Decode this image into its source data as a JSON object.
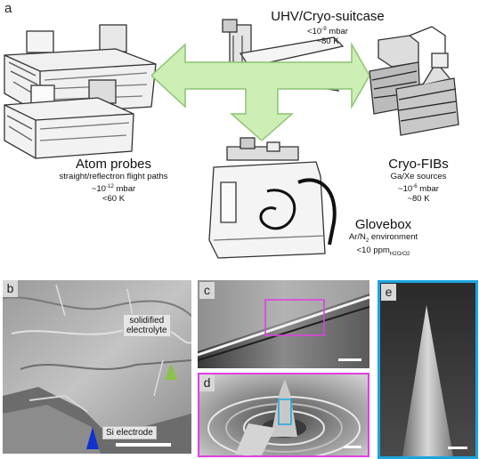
{
  "panel_a": {
    "letter": "a",
    "suitcase": {
      "title": "UHV/Cryo-suitcase",
      "pressure_prefix": "<10",
      "pressure_exp": "-9",
      "pressure_unit": " mbar",
      "temperature": "~80 K"
    },
    "atom_probes": {
      "title": "Atom probes",
      "line1": "straight/reflectron flight paths",
      "pressure_prefix": "~10",
      "pressure_exp": "-12",
      "pressure_unit": " mbar",
      "temperature": "<60 K"
    },
    "cryo_fibs": {
      "title": "Cryo-FIBs",
      "line1": "Ga/Xe sources",
      "pressure_prefix": "~10",
      "pressure_exp": "-6",
      "pressure_unit": " mbar",
      "temperature": "~80 K"
    },
    "glovebox": {
      "title": "Glovebox",
      "env_prefix": "Ar/N",
      "env_sub": "2",
      "env_suffix": " environment",
      "ppm_prefix": "<10 ppm",
      "ppm_sub": "H2O/O2"
    }
  },
  "panel_b": {
    "letter": "b",
    "label_top": "solidified\nelectrolyte",
    "label_bottom": "Si electrode",
    "green_marker_color": "#8bc34a",
    "blue_marker_color": "#1030d0"
  },
  "panel_c": {
    "letter": "c",
    "roi_color": "#e040e0"
  },
  "panel_d": {
    "letter": "d",
    "frame_color": "#e040e0",
    "roi_color": "#1aa6e0"
  },
  "panel_e": {
    "letter": "e",
    "frame_color": "#1aa6e0"
  },
  "colors": {
    "arrow_fill": "#cdeeb4",
    "arrow_stroke": "#8cc472"
  }
}
